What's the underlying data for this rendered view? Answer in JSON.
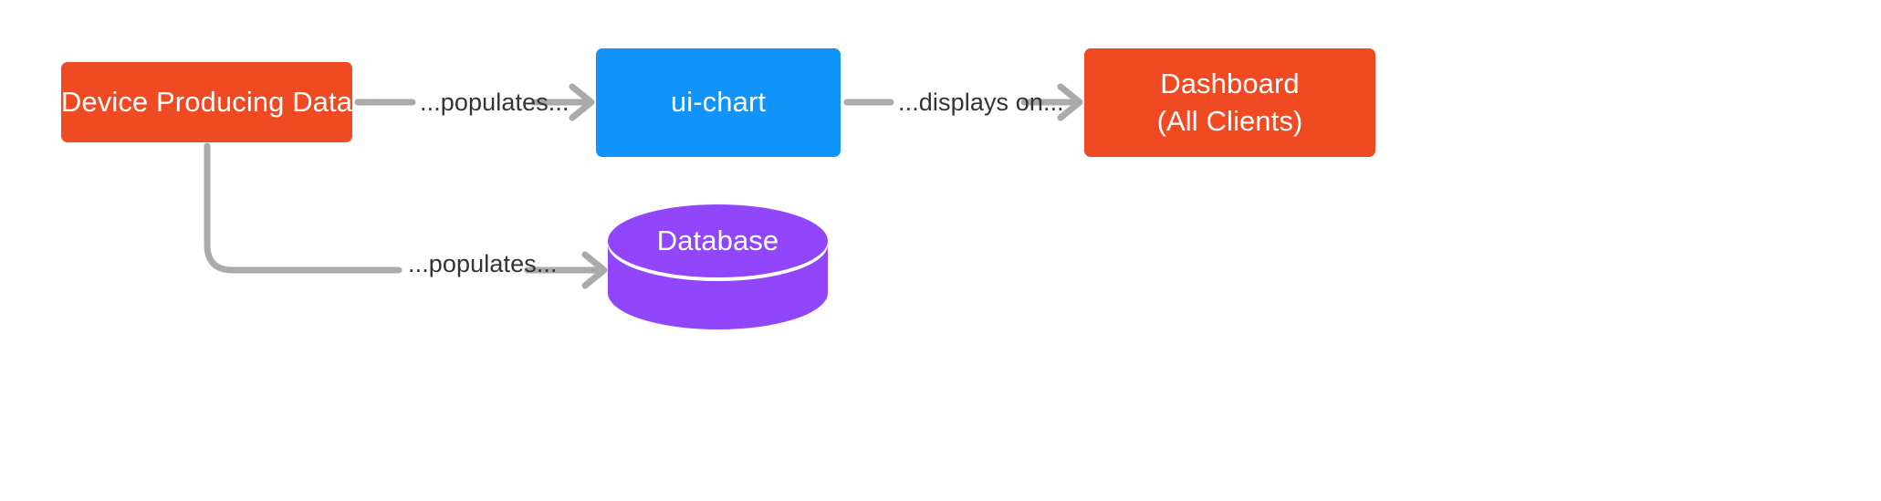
{
  "diagram": {
    "type": "flow-diagram",
    "background_color": "#ffffff",
    "nodes": [
      {
        "id": "device",
        "shape": "rounded-rectangle",
        "label_lines": [
          "Device Producing Data"
        ],
        "fill_color": "#F04A23",
        "text_color": "#FFFFFF"
      },
      {
        "id": "ui-chart",
        "shape": "rounded-rectangle",
        "label_lines": [
          "ui-chart"
        ],
        "fill_color": "#1093FB",
        "text_color": "#FFFFFF"
      },
      {
        "id": "dashboard",
        "shape": "rounded-rectangle",
        "label_lines": [
          "Dashboard",
          "(All Clients)"
        ],
        "fill_color": "#F04A23",
        "text_color": "#FFFFFF"
      },
      {
        "id": "database",
        "shape": "cylinder",
        "label_lines": [
          "Database"
        ],
        "fill_color": "#9146FB",
        "text_color": "#FFFFFF"
      }
    ],
    "edges": [
      {
        "id": "device-to-ui-chart",
        "from": "device",
        "to": "ui-chart",
        "label": "...populates...",
        "style": "straight",
        "color": "#AAAAAA",
        "arrowhead": "open-chevron"
      },
      {
        "id": "ui-chart-to-dashboard",
        "from": "ui-chart",
        "to": "dashboard",
        "label": "...displays on...",
        "style": "straight",
        "color": "#AAAAAA",
        "arrowhead": "open-chevron"
      },
      {
        "id": "device-to-database",
        "from": "device",
        "to": "database",
        "label": "...populates...",
        "style": "elbow-curved",
        "color": "#AAAAAA",
        "arrowhead": "open-chevron"
      }
    ]
  },
  "nodes": {
    "device": {
      "label": "Device Producing Data"
    },
    "ui_chart": {
      "label": "ui-chart"
    },
    "dashboard": {
      "label_line1": "Dashboard",
      "label_line2": "(All Clients)"
    },
    "database": {
      "label": "Database"
    }
  },
  "edge_labels": {
    "populates_chart": "...populates...",
    "displays_on": "...displays on...",
    "populates_db": "...populates..."
  },
  "colors": {
    "orange": "#F04A23",
    "blue": "#1093FB",
    "purple": "#9146FB",
    "connector_gray": "#AAAAAA",
    "label_text": "#333333",
    "node_text": "#FFFFFF",
    "background": "#FFFFFF"
  }
}
